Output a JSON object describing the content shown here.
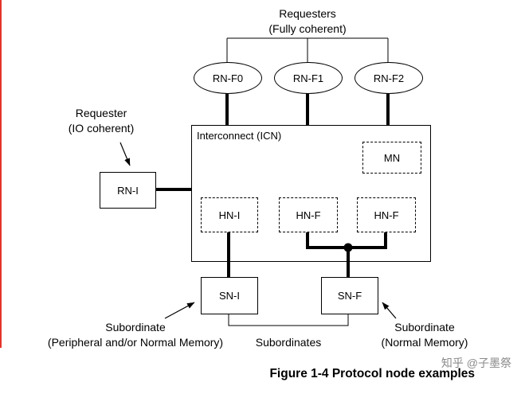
{
  "labels": {
    "requesters_group": {
      "line1": "Requesters",
      "line2": "(Fully coherent)"
    },
    "requester_io": {
      "line1": "Requester",
      "line2": "(IO coherent)"
    },
    "icn": "Interconnect (ICN)",
    "subordinate_left": {
      "line1": "Subordinate",
      "line2": "(Peripheral and/or Normal Memory)"
    },
    "subordinates_group": "Subordinates",
    "subordinate_right": {
      "line1": "Subordinate",
      "line2": "(Normal Memory)"
    }
  },
  "nodes": {
    "rnf0": "RN-F0",
    "rnf1": "RN-F1",
    "rnf2": "RN-F2",
    "rni": "RN-I",
    "mn": "MN",
    "hni": "HN-I",
    "hnf_left": "HN-F",
    "hnf_right": "HN-F",
    "sni": "SN-I",
    "snf": "SN-F"
  },
  "caption": "Figure 1-4 Protocol node examples",
  "watermark": "知乎 @子墨祭",
  "colors": {
    "accent_edge": "#e4352b",
    "line": "#000000"
  }
}
